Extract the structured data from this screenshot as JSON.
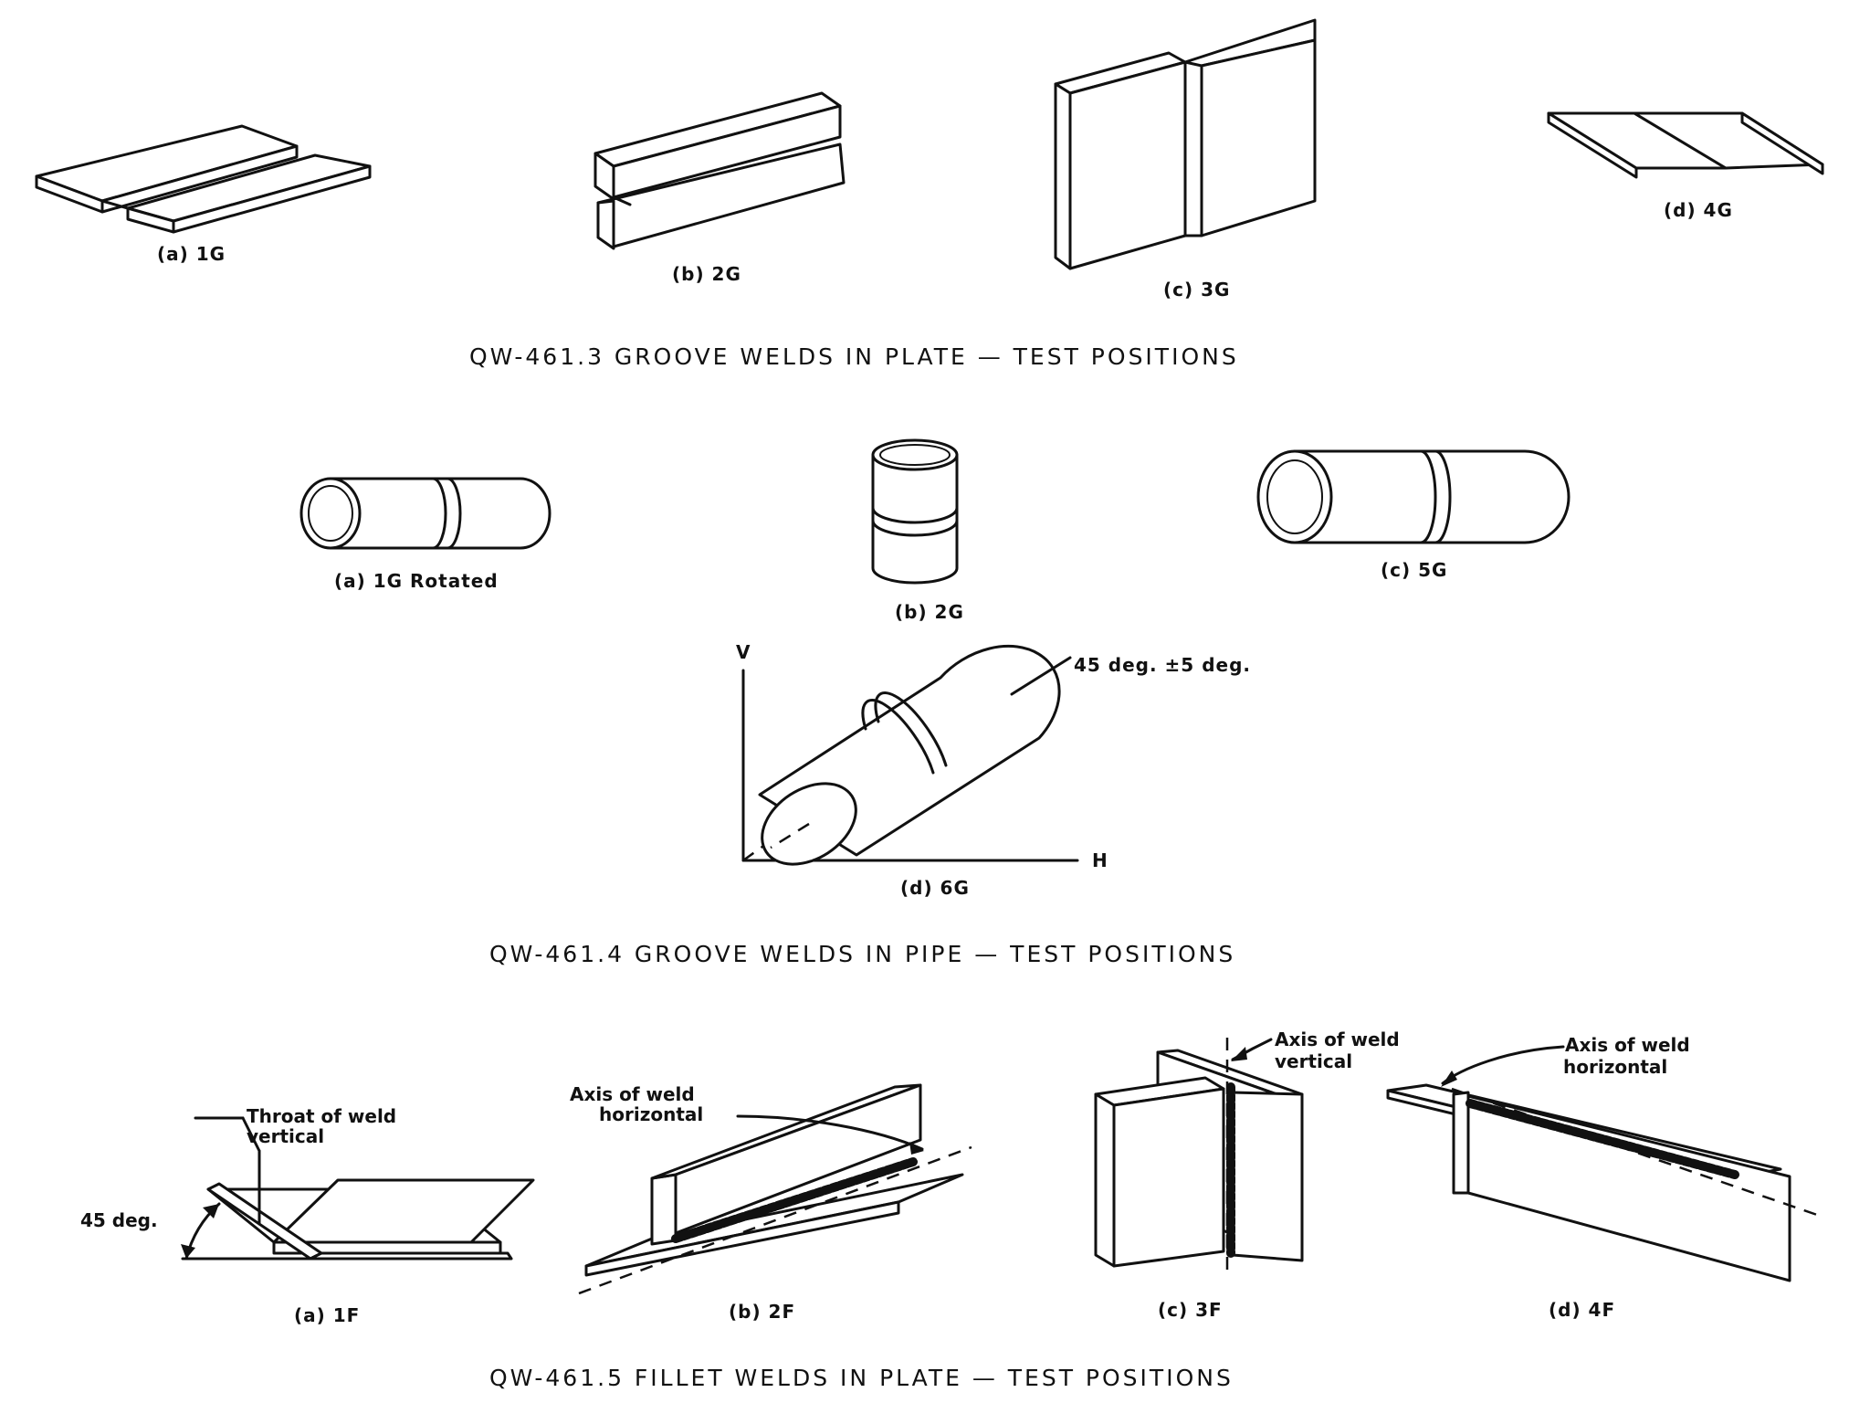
{
  "sections": {
    "plate_groove": {
      "title": "QW-461.3 GROOVE WELDS IN PLATE — TEST POSITIONS",
      "captions": [
        "(a) 1G",
        "(b) 2G",
        "(c) 3G",
        "(d) 4G"
      ]
    },
    "pipe_groove": {
      "title": "QW-461.4 GROOVE WELDS IN PIPE — TEST POSITIONS",
      "captions": [
        "(a) 1G Rotated",
        "(b) 2G",
        "(c) 5G",
        "(d) 6G"
      ],
      "axis_v": "V",
      "axis_h": "H",
      "angle_note": "45 deg. ±5 deg."
    },
    "plate_fillet": {
      "title": "QW-461.5 FILLET WELDS IN PLATE — TEST POSITIONS",
      "captions": [
        "(a) 1F",
        "(b) 2F",
        "(c) 3F",
        "(d) 4F"
      ],
      "notes": {
        "throat_line1": "Throat of weld",
        "throat_line2": "vertical",
        "angle_45": "45 deg.",
        "axis_2f_line1": "Axis of weld",
        "axis_2f_line2": "horizontal",
        "axis_3f_line1": "Axis of weld",
        "axis_3f_line2": "vertical",
        "axis_4f_line1": "Axis of weld",
        "axis_4f_line2": "horizontal"
      }
    }
  }
}
